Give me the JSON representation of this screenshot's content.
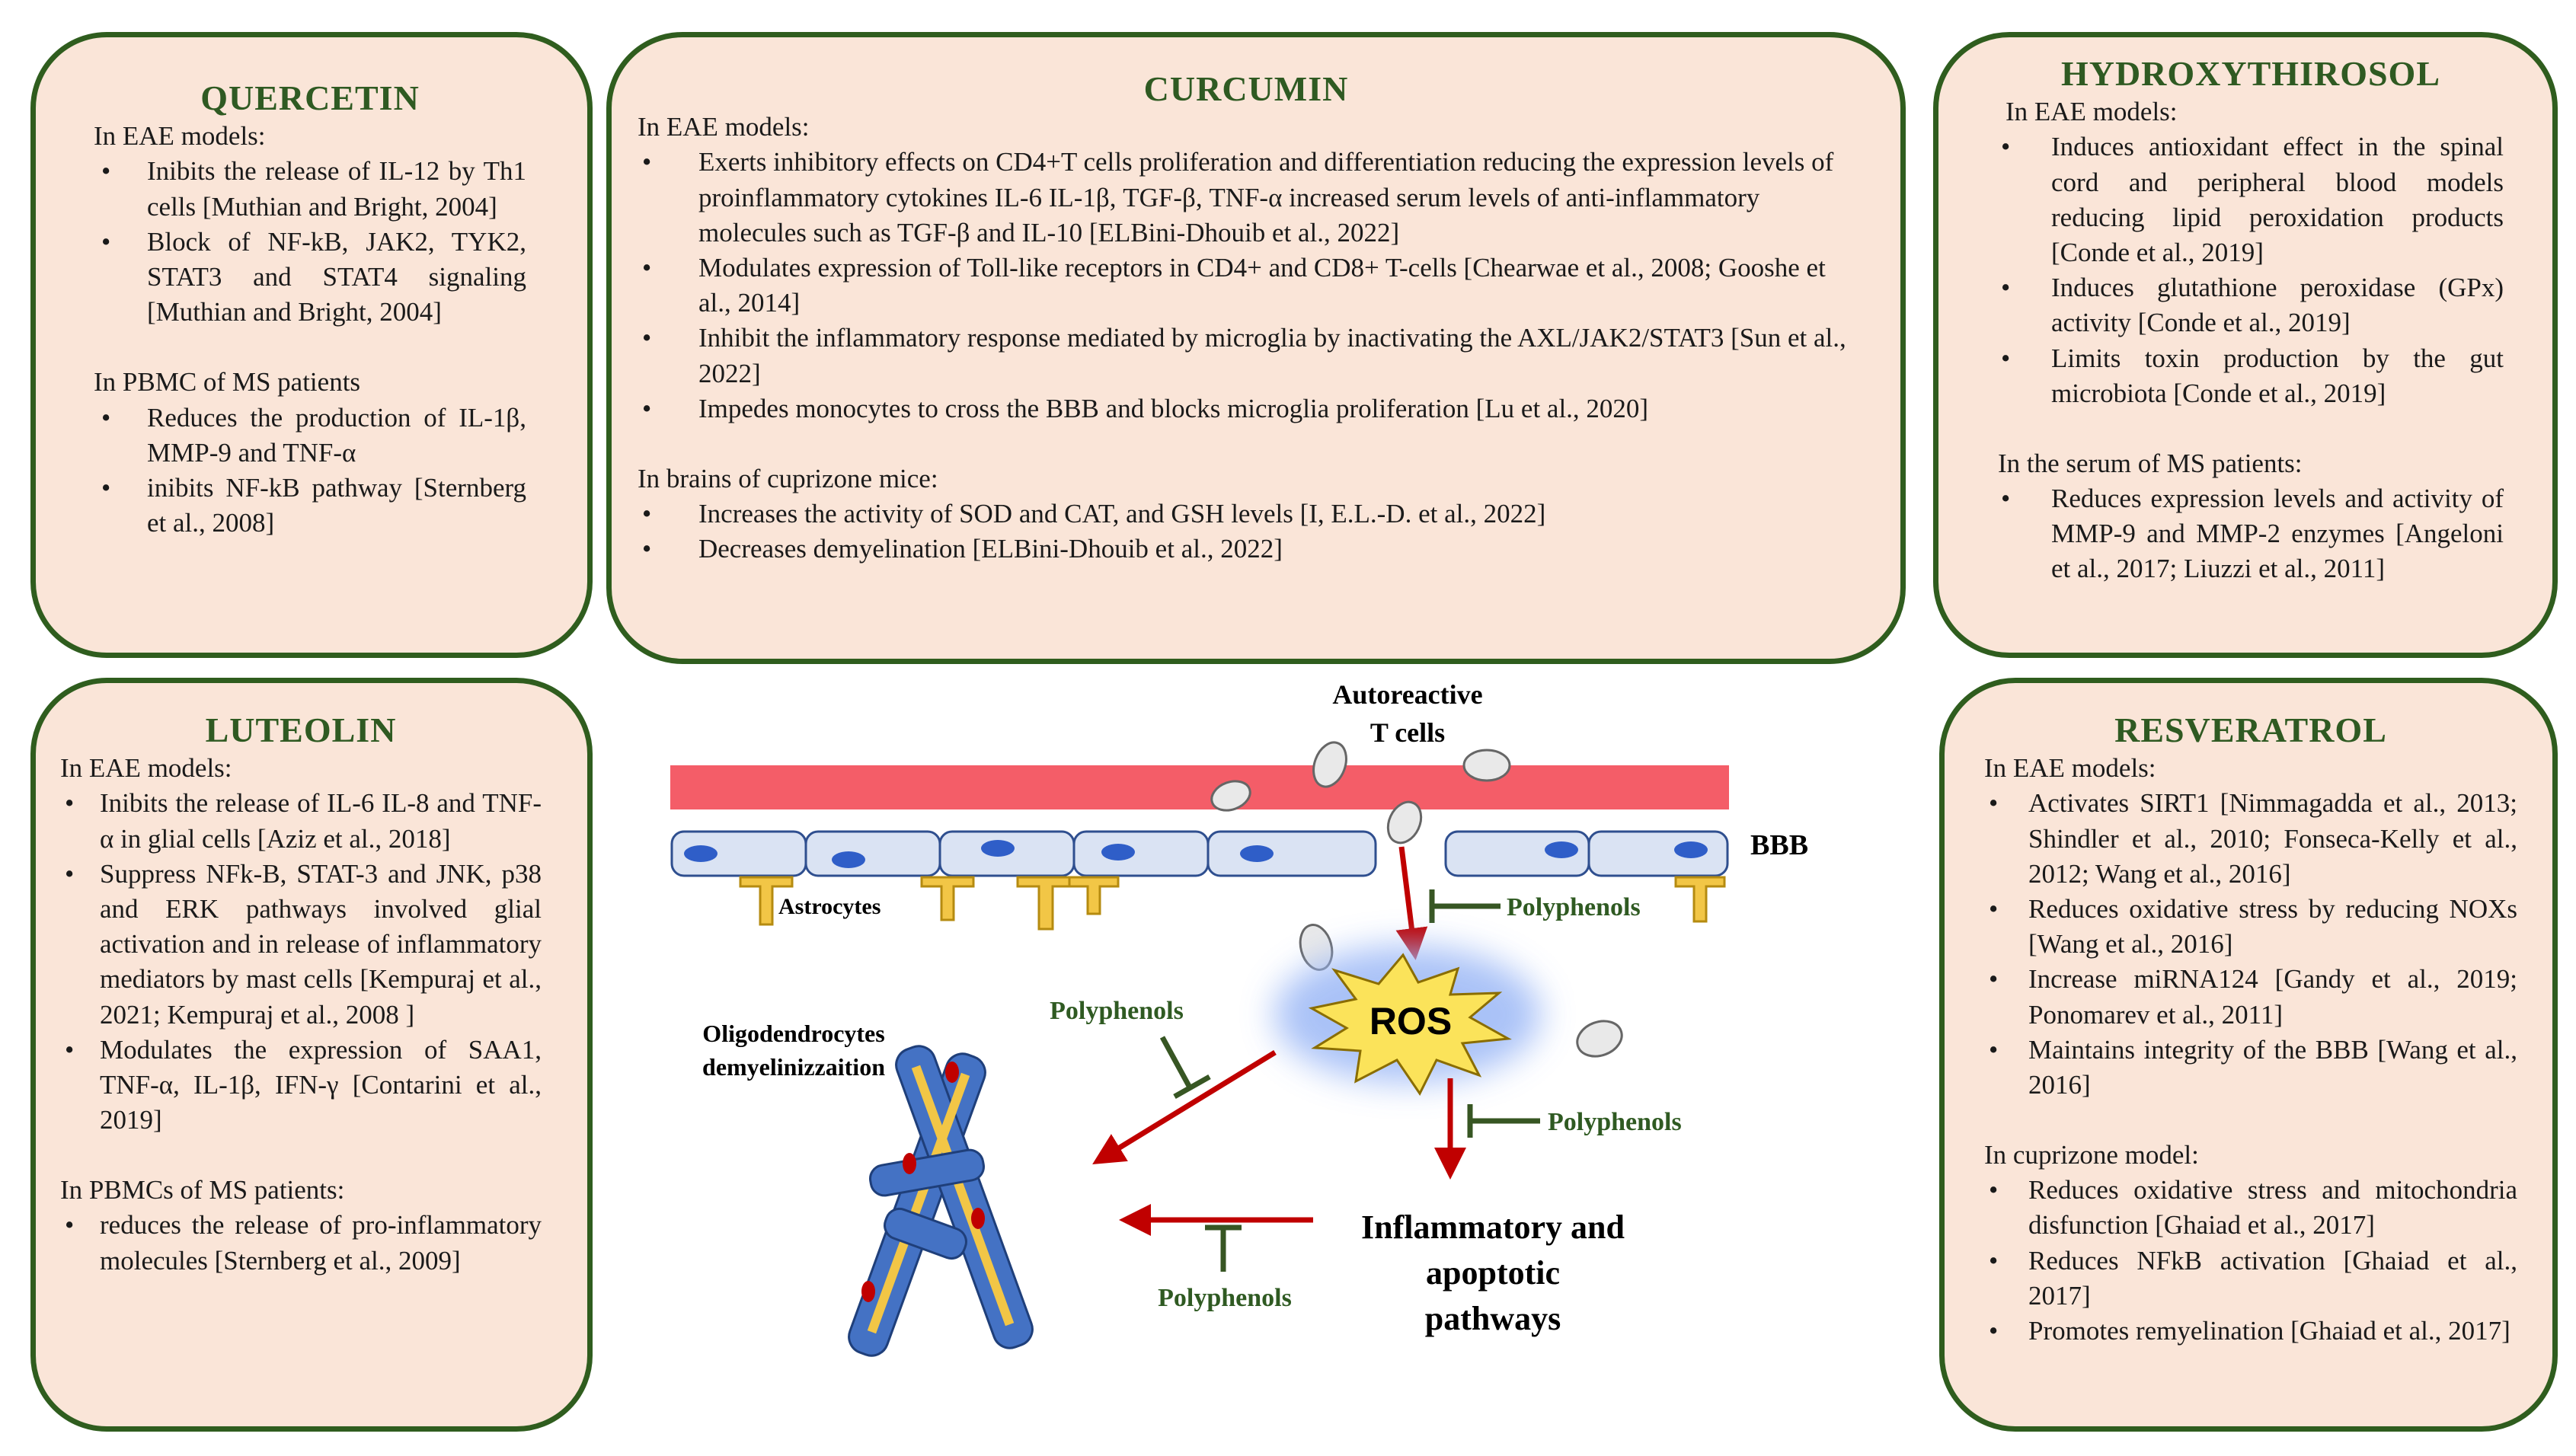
{
  "quercetin": {
    "title": "QUERCETIN",
    "s1": "In EAE models:",
    "s1_items": [
      "Inibits the release of IL-12 by Th1 cells [Muthian and Bright, 2004]",
      "Block of NF-kB, JAK2, TYK2, STAT3 and STAT4 signaling [Muthian and Bright, 2004]"
    ],
    "s2": "In PBMC of MS patients",
    "s2_items": [
      "Reduces the production of IL-1β, MMP-9 and TNF-α",
      "inibits NF-kB pathway [Sternberg et al., 2008]"
    ]
  },
  "curcumin": {
    "title": "CURCUMIN",
    "s1": "In EAE models:",
    "s1_items": [
      "Exerts inhibitory effects on CD4+T cells proliferation and differentiation reducing the expression levels of proinflammatory cytokines IL-6 IL-1β, TGF-β, TNF-α increased serum levels of anti-inflammatory molecules such as TGF-β and IL-10 [ELBini-Dhouib et al., 2022]",
      "Modulates expression of Toll-like receptors in CD4+ and CD8+ T-cells [Chearwae et al., 2008; Gooshe et al., 2014]",
      "Inhibit the inflammatory response mediated by microglia by inactivating the AXL/JAK2/STAT3 [Sun et al., 2022]",
      "Impedes monocytes to cross the BBB and blocks microglia proliferation [Lu et al., 2020]"
    ],
    "s2": "In brains of cuprizone mice:",
    "s2_items": [
      "Increases the activity of SOD and CAT, and GSH levels [I, E.L.-D. et al., 2022]",
      "Decreases demyelination [ELBini-Dhouib et al., 2022]"
    ]
  },
  "hydroxy": {
    "title": "HYDROXYTHIROSOL",
    "s1": "In EAE models:",
    "s1_items": [
      "Induces antioxidant effect in the spinal cord and peripheral blood models reducing lipid peroxidation products [Conde et al., 2019]",
      "Induces glutathione peroxidase (GPx) activity [Conde et al., 2019]",
      "Limits toxin production by the gut microbiota [Conde et al., 2019]"
    ],
    "s2": "In the serum of MS patients:",
    "s2_items": [
      "Reduces expression levels and activity of MMP-9 and MMP-2 enzymes [Angeloni et al., 2017; Liuzzi et al., 2011]"
    ]
  },
  "luteolin": {
    "title": "LUTEOLIN",
    "s1": "In EAE models:",
    "s1_items": [
      "Inibits the release of IL-6 IL-8 and TNF-α in glial cells [Aziz et al., 2018]",
      "Suppress NFk-B, STAT-3 and JNK, p38 and ERK pathways involved glial activation and in release of inflammatory mediators by mast cells [Kempuraj et al., 2021; Kempuraj et al., 2008 ]",
      "Modulates the expression of SAA1, TNF-α, IL-1β, IFN-γ [Contarini et al., 2019]"
    ],
    "s2": "In PBMCs of MS patients:",
    "s2_items": [
      "reduces the release of pro-inflammatory molecules [Sternberg et al., 2009]"
    ]
  },
  "resveratrol": {
    "title": "RESVERATROL",
    "s1": "In EAE models:",
    "s1_items": [
      "Activates SIRT1 [Nimmagadda et al., 2013; Shindler et al., 2010; Fonseca-Kelly et al., 2012; Wang et al., 2016]",
      "Reduces oxidative stress by reducing NOXs [Wang et al., 2016]",
      "Increase miRNA124 [Gandy et al., 2019; Ponomarev et al., 2011]",
      "Maintains integrity of the BBB [Wang et al., 2016]"
    ],
    "s2": "In cuprizone model:",
    "s2_items": [
      "Reduces oxidative stress and mitochondria disfunction [Ghaiad et al., 2017]",
      "Reduces NFkB activation [Ghaiad et al., 2017]",
      "Promotes remyelination [Ghaiad et al., 2017]"
    ]
  },
  "diagram": {
    "autoreactive_1": "Autoreactive",
    "autoreactive_2": "T cells",
    "bbb": "BBB",
    "astrocytes": "Astrocytes",
    "ros": "ROS",
    "polyphenols": "Polyphenols",
    "oligo_1": "Oligodendrocytes",
    "oligo_2": "demyelinizzaition",
    "inflam_1": "Inflammatory and",
    "inflam_2": "apoptotic",
    "inflam_3": "pathways",
    "colors": {
      "title_green": "#2f5a22",
      "box_fill": "#fae5d8",
      "box_border": "#2f5d1e",
      "arrow_red": "#c00000",
      "inhibitor_green": "#375623",
      "bbb_band": "#f45d68",
      "cell_fill": "#dae3f3",
      "nucleus": "#2f5ec8",
      "astrocyte": "#f2c646",
      "oligo_blue": "#4472c4",
      "ros_yellow": "#fbe35a"
    }
  }
}
